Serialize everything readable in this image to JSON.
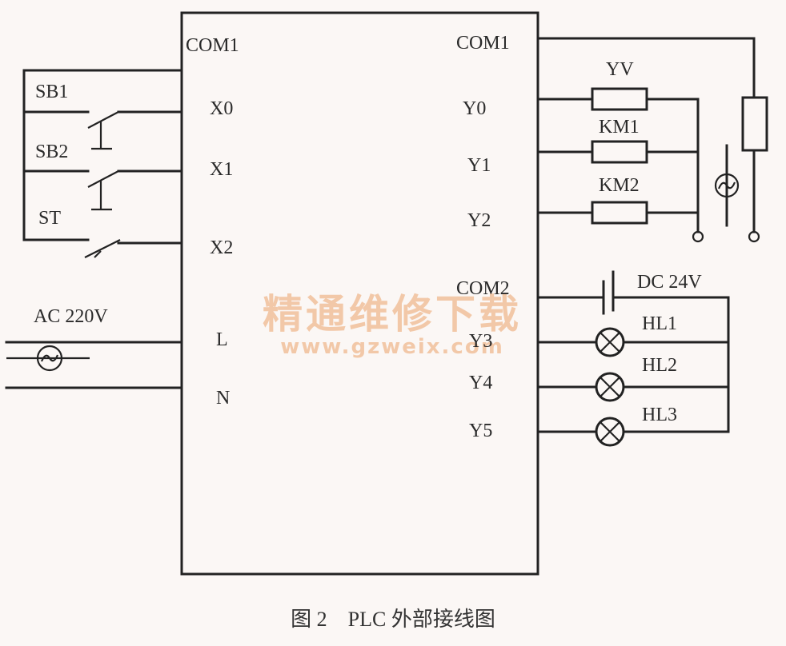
{
  "plc": {
    "left_terminals": [
      "COM1",
      "X0",
      "X1",
      "X2",
      "L",
      "N"
    ],
    "right_terminals": [
      "COM1",
      "Y0",
      "Y1",
      "Y2",
      "COM2",
      "Y3",
      "Y4",
      "Y5"
    ]
  },
  "inputs": {
    "switches": [
      "SB1",
      "SB2",
      "ST"
    ],
    "supply": "AC 220V"
  },
  "outputs": {
    "loads": [
      "YV",
      "KM1",
      "KM2"
    ],
    "dc_supply": "DC 24V",
    "lamps": [
      "HL1",
      "HL2",
      "HL3"
    ]
  },
  "watermark": {
    "title": "精通维修下载",
    "url": "www.gzweix.com"
  },
  "caption": "图 2　PLC 外部接线图"
}
